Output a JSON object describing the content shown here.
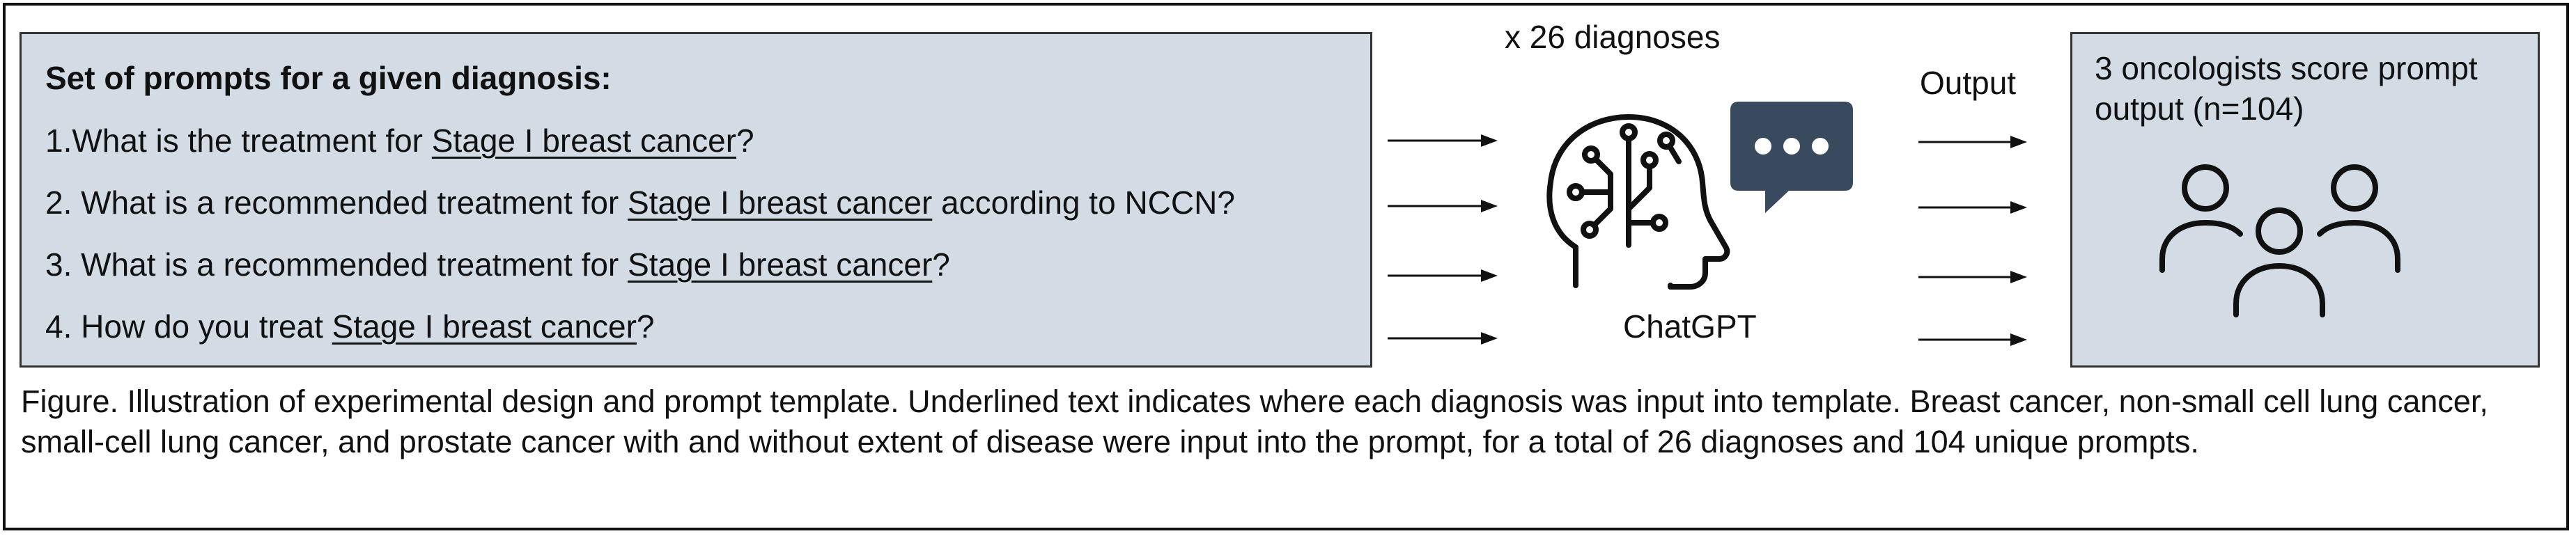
{
  "prompts_panel": {
    "heading": "Set of prompts for a given diagnosis:",
    "lines": [
      {
        "before": "1.What is the treatment for ",
        "underlined": "Stage I breast cancer",
        "after": "?"
      },
      {
        "before": "2. What is a recommended treatment for ",
        "underlined": "Stage I breast cancer",
        "after": " according to NCCN?"
      },
      {
        "before": "3. What is a recommended treatment for ",
        "underlined": "Stage I breast cancer",
        "after": "?"
      },
      {
        "before": "4. How do you treat ",
        "underlined": "Stage I breast cancer",
        "after": "?"
      }
    ]
  },
  "model": {
    "multiplier_label": "x 26 diagnoses",
    "name": "ChatGPT",
    "icons": [
      "ai-brain-head-icon",
      "chat-bubble-icon"
    ]
  },
  "output_label": "Output",
  "oncologists_panel": {
    "text": "3 oncologists score prompt output (n=104)",
    "icon": "people-group-icon"
  },
  "caption": "Figure. Illustration of experimental design and prompt template. Underlined text indicates where each diagnosis was input into template. Breast cancer, non-small cell lung cancer, small-cell lung cancer, and prostate cancer with and without extent of disease were input into the prompt, for a total of 26 diagnoses and 104 unique prompts.",
  "colors": {
    "panel_fill": "#d3dbe5",
    "chat_bubble": "#3a4a5e",
    "stroke": "#111111"
  }
}
